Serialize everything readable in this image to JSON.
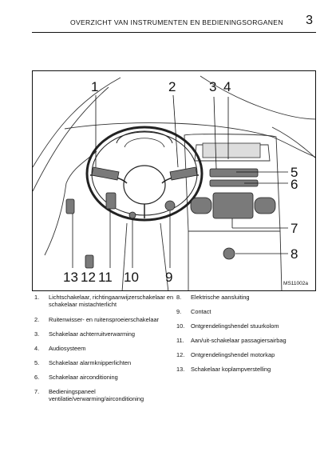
{
  "header": {
    "title": "OVERZICHT VAN INSTRUMENTEN EN BEDIENINGSORGANEN",
    "page_number": "3"
  },
  "figure": {
    "code": "MS11002a",
    "callouts": [
      "1",
      "2",
      "3",
      "4",
      "5",
      "6",
      "7",
      "8",
      "9",
      "10",
      "11",
      "12",
      "13"
    ]
  },
  "legend": [
    {
      "num": "1.",
      "text": "Lichtschakelaar, richtingaanwijzerschakelaar en schakelaar mistachterlicht"
    },
    {
      "num": "2.",
      "text": "Ruitenwisser- en ruitensproeierschakelaar"
    },
    {
      "num": "3.",
      "text": "Schakelaar achterruitverwarming"
    },
    {
      "num": "4.",
      "text": "Audiosysteem"
    },
    {
      "num": "5.",
      "text": "Schakelaar alarmknipperlichten"
    },
    {
      "num": "6.",
      "text": "Schakelaar airconditioning"
    },
    {
      "num": "7.",
      "text": "Bedieningspaneel ventilatie/verwarming/airconditioning"
    },
    {
      "num": "8.",
      "text": "Elektrische aansluiting"
    },
    {
      "num": "9.",
      "text": "Contact"
    },
    {
      "num": "10.",
      "text": "Ontgrendelingshendel stuurkolom"
    },
    {
      "num": "11.",
      "text": "Aan/uit-schakelaar passagiersairbag"
    },
    {
      "num": "12.",
      "text": "Ontgrendelingshendel motorkap"
    },
    {
      "num": "13.",
      "text": "Schakelaar koplampverstelling"
    }
  ]
}
